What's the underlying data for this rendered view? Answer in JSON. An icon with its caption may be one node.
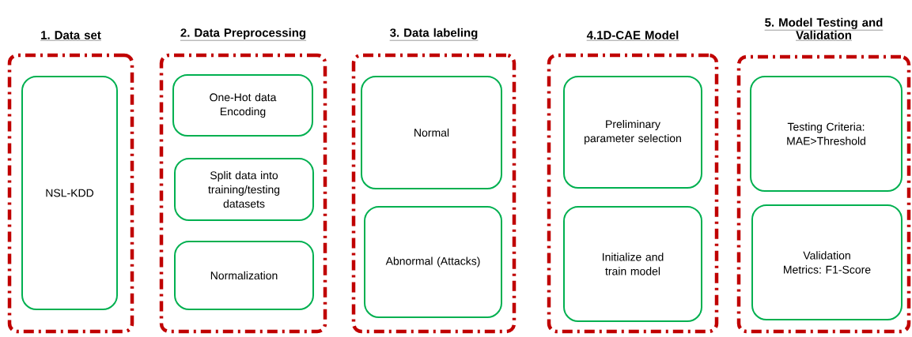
{
  "diagram": {
    "nodes": [
      {
        "text": [
          "1. Data set"
        ]
      },
      {
        "text": [
          "NSL-KDD"
        ],
        "in": 0
      },
      {
        "text": [
          "2. Data Preprocessing"
        ]
      },
      {
        "text": [
          "One-Hot data Encoding"
        ],
        "in": 2
      },
      {
        "text": [
          "Split data into training/testing datasets"
        ],
        "in": 2
      },
      {
        "text": [
          "Normalization"
        ],
        "in": 2
      },
      {
        "text": [
          "3. Data labeling"
        ]
      },
      {
        "text": [
          "Normal"
        ],
        "in": 6
      },
      {
        "text": [
          "Abnormal (Attacks)"
        ],
        "in": 6
      },
      {
        "text": [
          "4.1D-CAE Model"
        ]
      },
      {
        "text": [
          "Preliminary parameter selection"
        ],
        "in": 9
      },
      {
        "text": [
          "Initialize and train model"
        ],
        "in": 9
      },
      {
        "text": [
          "5. Model Testing and Validation"
        ]
      },
      {
        "text": [
          "Testing Criteria: MAE>Threshold"
        ],
        "in": 12
      },
      {
        "text": [
          "Validation Metrics: F1-Score"
        ],
        "in": 12
      }
    ]
  }
}
